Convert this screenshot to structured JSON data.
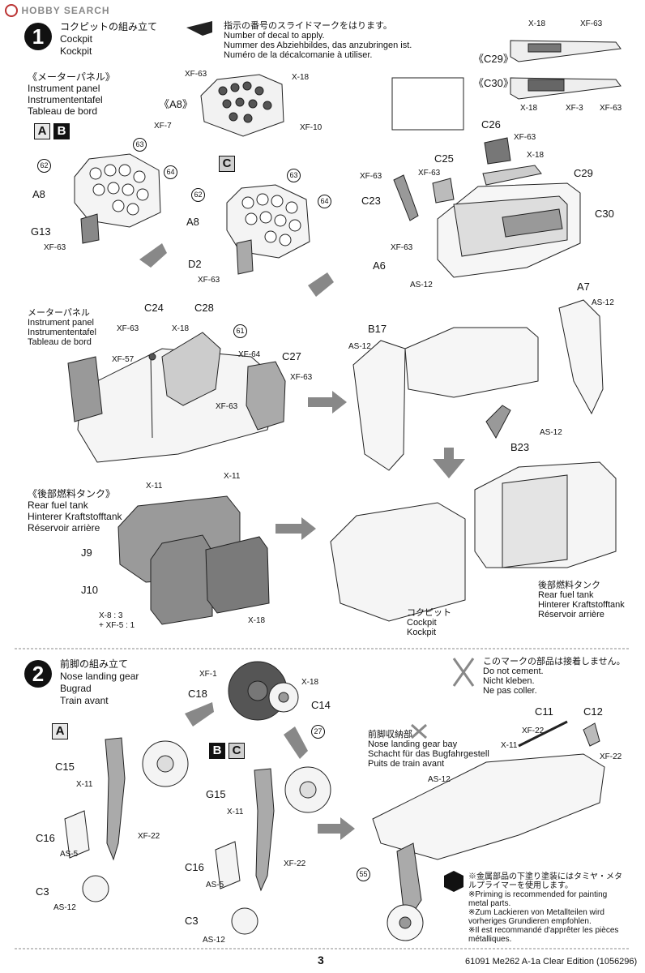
{
  "header": {
    "logo_text": "HOBBY SEARCH",
    "page_number": "3",
    "footer": "61091  Me262 A-1a Clear Edition (1056296)"
  },
  "decal_note": {
    "jp": "指示の番号のスライドマークをはります。",
    "en": "Number of decal to apply.",
    "de": "Nummer des Abziehbildes, das anzubringen ist.",
    "fr": "Numéro de la décalcomanie à utiliser."
  },
  "step1": {
    "number": "1",
    "title_jp": "コクピットの組み立て",
    "title_en": "Cockpit",
    "title_de": "Kockpit",
    "instrument_panel": {
      "jp": "《メーターパネル》",
      "en": "Instrument panel",
      "de": "Instrumententafel",
      "fr": "Tableau de bord"
    },
    "instrument_panel2": {
      "jp": "メーターパネル",
      "en": "Instrument panel",
      "de": "Instrumententafel",
      "fr": "Tableau de bord"
    },
    "rear_tank": {
      "jp": "《後部燃料タンク》",
      "en": "Rear fuel tank",
      "de": "Hinterer Kraftstofftank",
      "fr": "Réservoir arrière"
    },
    "rear_tank2": {
      "jp": "後部燃料タンク",
      "en": "Rear fuel tank",
      "de": "Hinterer Kraftstofftank",
      "fr": "Réservoir arrière"
    },
    "cockpit_label": {
      "jp": "コクピット",
      "en": "Cockpit",
      "de": "Kockpit"
    },
    "variant_A": "A",
    "variant_B": "B",
    "variant_C": "C",
    "parts": {
      "A8_bracket": "《A8》",
      "C29_bracket": "《C29》",
      "C30_bracket": "《C30》",
      "A8": "A8",
      "G13": "G13",
      "D2": "D2",
      "C26": "C26",
      "C25": "C25",
      "C29": "C29",
      "C23": "C23",
      "C30": "C30",
      "A6": "A6",
      "C24": "C24",
      "C28": "C28",
      "C27": "C27",
      "A7": "A7",
      "B17": "B17",
      "B23": "B23",
      "J9": "J9",
      "J10": "J10"
    },
    "colors": {
      "xf63": "XF-63",
      "xf18": "X-18",
      "xf7": "XF-7",
      "xf10": "XF-10",
      "xf3": "XF-3",
      "xf57": "XF-57",
      "xf64": "XF-64",
      "as12": "AS-12",
      "x11": "X-11",
      "mix": "X-8 : 3\n+ XF-5 : 1"
    },
    "decals": [
      "62",
      "63",
      "64",
      "61"
    ]
  },
  "step2": {
    "number": "2",
    "title_jp": "前脚の組み立て",
    "title_en": "Nose landing gear",
    "title_de": "Bugrad",
    "title_fr": "Train avant",
    "no_cement": {
      "jp": "このマークの部品は接着しません。",
      "en": "Do not cement.",
      "de": "Nicht kleben.",
      "fr": "Ne pas coller."
    },
    "bay": {
      "jp": "前脚収納部",
      "en": "Nose landing gear bay",
      "de": "Schacht für das Bugfahrgestell",
      "fr": "Puits de train avant"
    },
    "priming": {
      "jp": "※金属部品の下塗り塗装にはタミヤ・メタルプライマーを使用します。",
      "en": "※Priming is recommended for painting metal parts.",
      "de": "※Zum Lackieren von Metallteilen wird vorheriges Grundieren empfohlen.",
      "fr": "※Il est recommandé d'apprêter les pièces métalliques."
    },
    "parts": {
      "C18": "C18",
      "C14": "C14",
      "C15": "C15",
      "C16": "C16",
      "C3": "C3",
      "G15": "G15",
      "C11": "C11",
      "C12": "C12"
    },
    "colors": {
      "xf1": "XF-1",
      "x18": "X-18",
      "x11": "X-11",
      "xf22": "XF-22",
      "as5": "AS-5",
      "as12": "AS-12"
    },
    "decals": [
      "27",
      "55"
    ]
  }
}
